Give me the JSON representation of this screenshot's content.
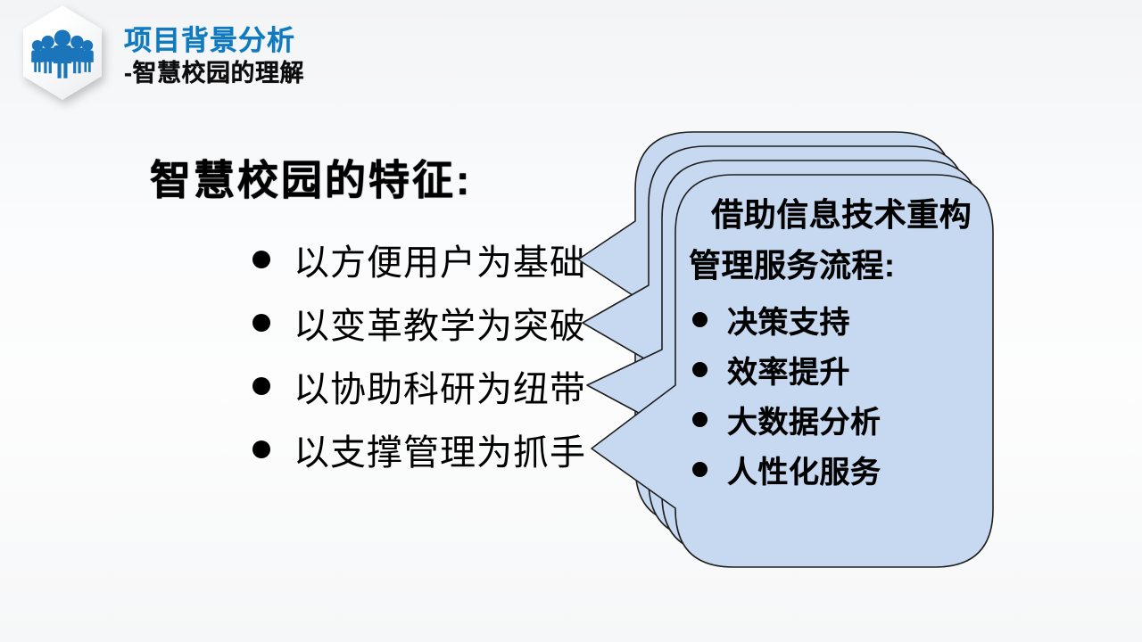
{
  "slide": {
    "header": {
      "icon": "people-group-icon",
      "title": "项目背景分析",
      "subtitle": "-智慧校园的理解",
      "title_color": "#0f7ac0",
      "icon_color": "#1b75bb"
    },
    "main_title": "智慧校园的特征:",
    "features": [
      "以方便用户为基础",
      "以变革教学为突破",
      "以协助科研为纽带",
      "以支撑管理为抓手"
    ],
    "callout": {
      "heading": "借助信息技术重构管理服务流程:",
      "items": [
        "决策支持",
        "效率提升",
        "大数据分析",
        "人性化服务"
      ],
      "fill_color": "#c6d9f0",
      "border_color": "#1f1f1f",
      "layers": 4
    }
  }
}
